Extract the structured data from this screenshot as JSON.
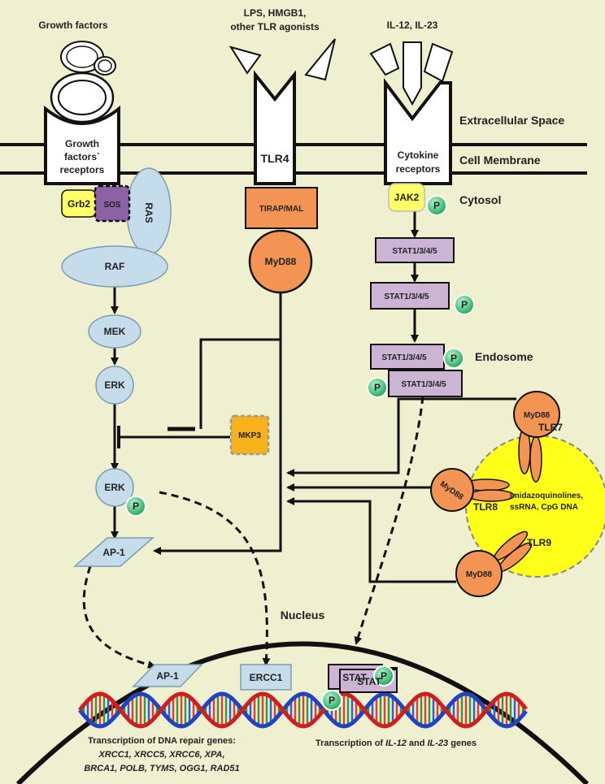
{
  "top_labels": {
    "growth_factors": "Growth factors",
    "tlr_agonists_line1": "LPS, HMGB1,",
    "tlr_agonists_line2": "other TLR agonists",
    "cytokines": "IL-12, IL-23"
  },
  "regions": {
    "extracellular": "Extracellular Space",
    "membrane": "Cell Membrane",
    "cytosol": "Cytosol",
    "endosome": "Endosome",
    "nucleus": "Nucleus"
  },
  "receptors": {
    "gf_line1": "Growth",
    "gf_line2": "factors`",
    "gf_line3": "receptors",
    "tlr4": "TLR4",
    "cyto_line1": "Cytokine",
    "cyto_line2": "receptors"
  },
  "nodes": {
    "grb2": "Grb2",
    "sos": "SOS",
    "ras": "RAS",
    "raf": "RAF",
    "mek": "MEK",
    "erk": "ERK",
    "erk2": "ERK",
    "ap1": "AP-1",
    "ap1_nuc": "AP-1",
    "ercc1": "ERCC1",
    "tirap": "TIRAP/MAL",
    "myd88": "MyD88",
    "mkp3": "MKP3",
    "jak2": "JAK2",
    "stat_a": "STAT1/3/4/5",
    "stat_b": "STAT1/3/4/5",
    "stat_c": "STAT1/3/4/5",
    "stat_d": "STAT1/3/4/5",
    "stat_nuc1": "STAT",
    "stat_nuc2": "STAT",
    "p": "P"
  },
  "endosome": {
    "tlr7": "TLR7",
    "tlr8": "TLR8",
    "tlr9": "TLR9",
    "ligands_line1": "imidazoquinolines,",
    "ligands_line2": "ssRNA, CpG DNA",
    "myd88_1": "MyD88",
    "myd88_2": "MyD88",
    "myd88_3": "MyD88"
  },
  "genes": {
    "repair_title": "Transcription of DNA repair genes:",
    "repair_line1": "XRCC1, XRCC5, XRCC6, XPA,",
    "repair_line2": "BRCA1, POLB, TYMS, OGG1, RAD51",
    "il_prefix": "Transcription of ",
    "il_12": "IL-12",
    "il_and": " and ",
    "il_23": "IL-23",
    "il_suffix": " genes"
  },
  "colors": {
    "background": "#eef0cf",
    "light_blue": "#c5dcea",
    "orange": "#f39454",
    "purple": "#cbb4d4",
    "sos_purple": "#8a62a5",
    "yellow": "#ffff33",
    "mkp3": "#f7b21c",
    "p_green": "#2bbd6c"
  }
}
